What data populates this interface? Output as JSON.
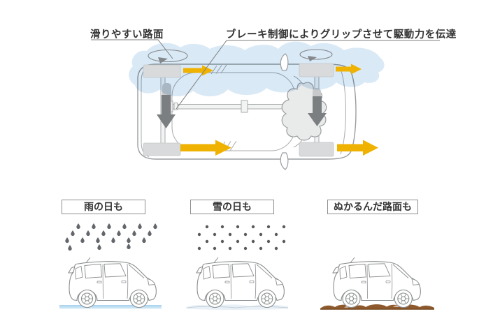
{
  "title": "4WD grip control diagram",
  "header": {
    "label_slippery": "滑りやすい路面",
    "label_brake": "ブレーキ制御によりグリップさせて駆動力を伝達"
  },
  "panels": [
    {
      "label": "雨の日も",
      "condition": "rain"
    },
    {
      "label": "雪の日も",
      "condition": "snow"
    },
    {
      "label": "ぬかるんだ路面も",
      "condition": "mud"
    }
  ],
  "icons": {
    "drive-force-arrow": "yellow right arrow (4 on wheels)",
    "brake-control-arrow": "gray down arrow (2 on axles)",
    "wheel-spin-indicator": "rotation ellipse above spinning wheels (2)",
    "rain-drop": "small gray teardrop",
    "snow-dot": "small gray dot"
  },
  "colors": {
    "drive_arrow": "#F0B200",
    "brake_arrow": "#7B7F82",
    "puddle": "#D9E9F6",
    "wet_road": "#A5D2EE",
    "snow_road": "#E9F1F8",
    "mud_road": "#8E5A2D",
    "mud_line": "#6E4319",
    "outline": "#9A9DA0",
    "text": "#333333",
    "rain_drop": "#63666A",
    "snow_dot": "#595A5C"
  }
}
